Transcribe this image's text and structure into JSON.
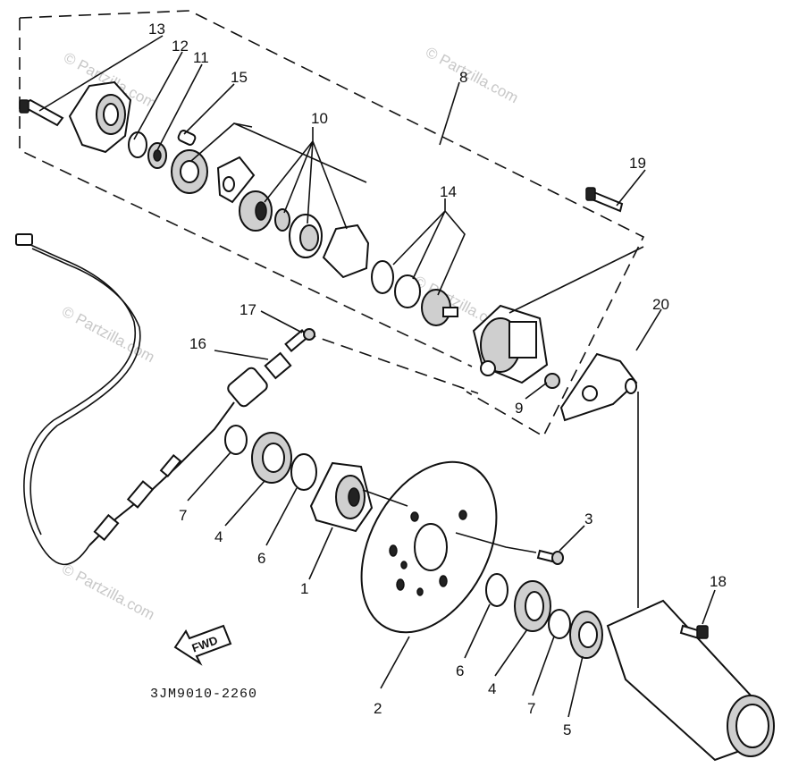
{
  "diagram": {
    "drawing_code": "3JM9010-2260",
    "direction_label": "FWD",
    "watermark": "© Partzilla.com",
    "callouts": {
      "n1": "1",
      "n2": "2",
      "n3": "3",
      "n4a": "4",
      "n4b": "4",
      "n5": "5",
      "n6a": "6",
      "n6b": "6",
      "n7a": "7",
      "n7b": "7",
      "n8": "8",
      "n9": "9",
      "n10": "10",
      "n11": "11",
      "n12": "12",
      "n13": "13",
      "n14": "14",
      "n15": "15",
      "n16": "16",
      "n17": "17",
      "n18": "18",
      "n19": "19",
      "n20": "20"
    }
  }
}
